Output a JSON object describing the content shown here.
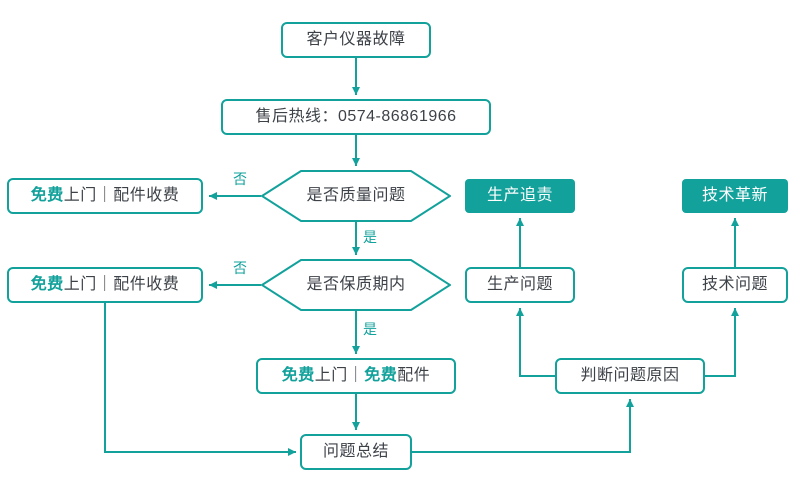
{
  "flowchart": {
    "colors": {
      "accent": "#12A19B",
      "text": "#3D4248",
      "node_bg": "#FFFFFF",
      "filled_node_text": "#FFFFFF"
    },
    "nodes": {
      "start": {
        "label": "客户仪器故障"
      },
      "hotline": {
        "label": "售后热线：0574-86861966"
      },
      "decision_quality": {
        "label": "是否质量问题"
      },
      "decision_warranty": {
        "label": "是否保质期内"
      },
      "free_visit_paid_parts": {
        "accent": "免费",
        "rest": "上门｜配件收费"
      },
      "free_visit_free_parts": {
        "accent1": "免费",
        "plain1": "上门｜",
        "accent2": "免费",
        "plain2": "配件"
      },
      "summary": {
        "label": "问题总结"
      },
      "production_trace": {
        "label": "生产追责"
      },
      "production_issue": {
        "label": "生产问题"
      },
      "tech_innovation": {
        "label": "技术革新"
      },
      "tech_issue": {
        "label": "技术问题"
      },
      "judge_cause": {
        "label": "判断问题原因"
      }
    },
    "edge_labels": {
      "yes": "是",
      "no": "否"
    }
  }
}
